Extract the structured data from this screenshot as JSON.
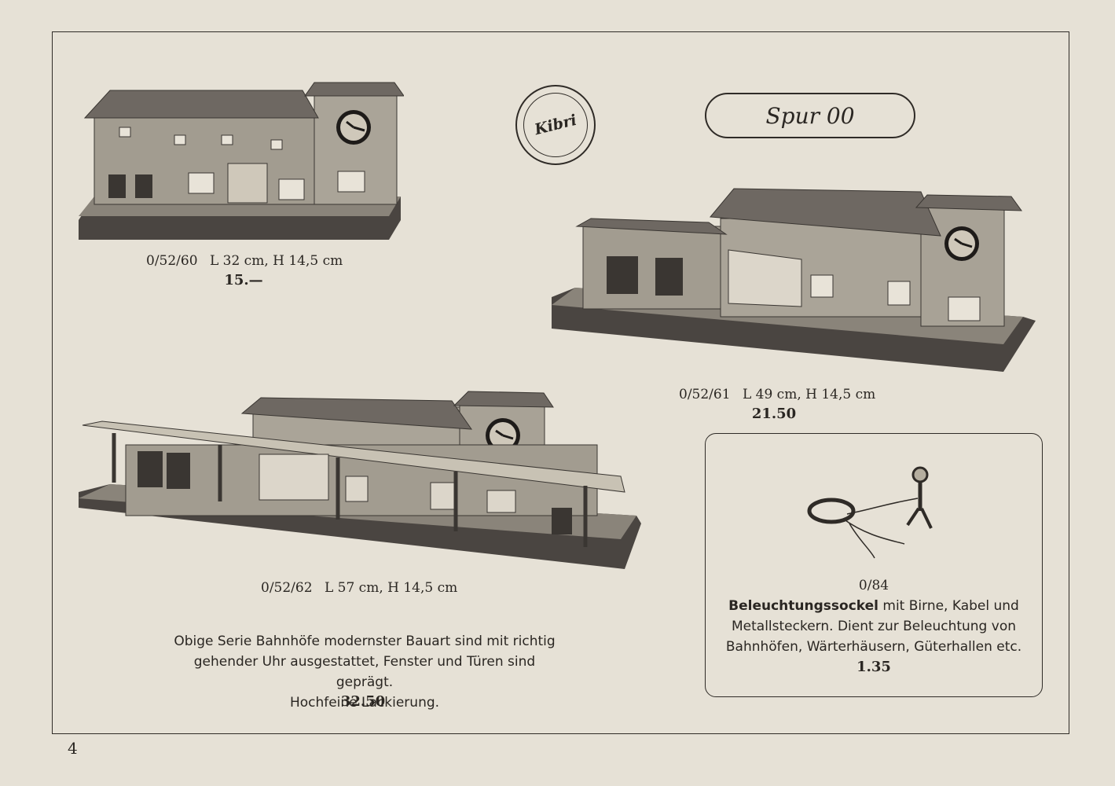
{
  "page_number": "4",
  "logo_text": "Kibri",
  "gauge_label": "Spur 00",
  "products": [
    {
      "code": "0/52/60",
      "dims": "L 32 cm, H 14,5 cm",
      "price": "15.—"
    },
    {
      "code": "0/52/61",
      "dims": "L 49 cm, H 14,5 cm",
      "price": "21.50"
    },
    {
      "code": "0/52/62",
      "dims": "L 57 cm, H 14,5 cm",
      "price": "32.50"
    }
  ],
  "description": {
    "line1": "Obige Serie Bahnhöfe modernster Bauart sind mit richtig",
    "line2": "gehender Uhr ausgestattet, Fenster und Türen sind geprägt.",
    "line3": "Hochfeine Lackierung."
  },
  "accessory": {
    "code": "0/84",
    "name": "Beleuchtungssockel",
    "line1_rest": " mit Birne, Kabel und",
    "line2": "Metallsteckern. Dient zur Beleuchtung von",
    "line3": "Bahnhöfen, Wärterhäusern, Güterhallen etc.",
    "price": "1.35"
  }
}
